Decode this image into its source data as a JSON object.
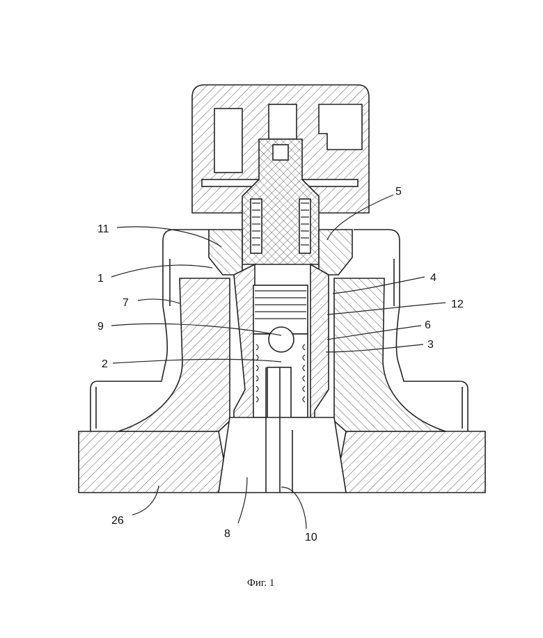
{
  "figure": {
    "caption": "Фиг. 1",
    "labels": {
      "l1": "1",
      "l2": "2",
      "l3": "3",
      "l4": "4",
      "l5": "5",
      "l6": "6",
      "l7": "7",
      "l8": "8",
      "l9": "9",
      "l10": "10",
      "l11": "11",
      "l12": "12",
      "l26": "26"
    }
  }
}
